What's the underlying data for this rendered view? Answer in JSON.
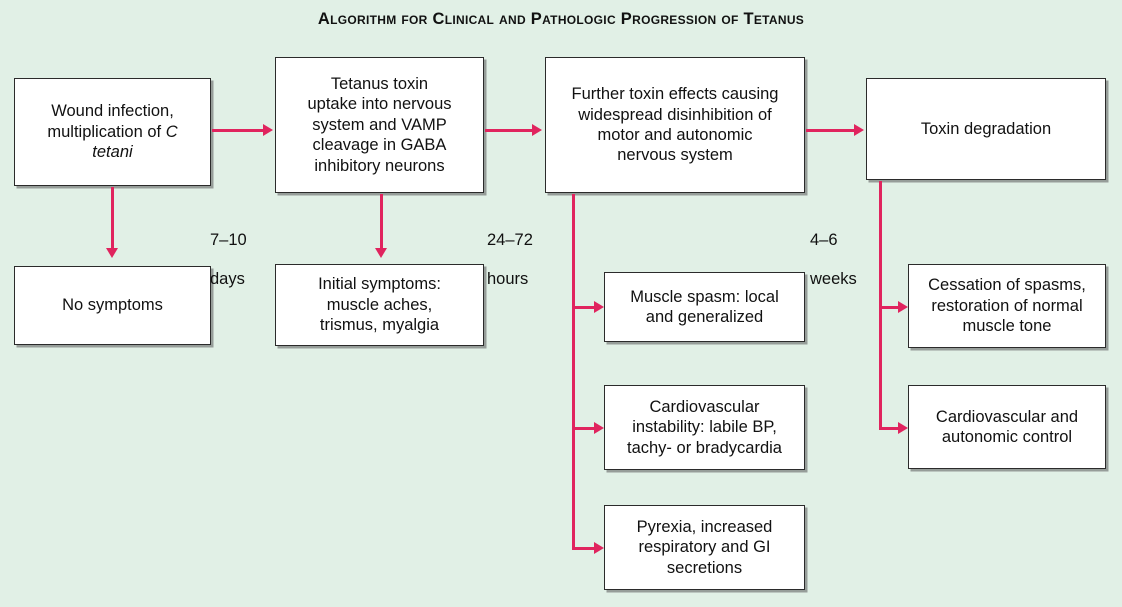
{
  "title": "Algorithm for Clinical and Pathologic Progression of Tetanus",
  "colors": {
    "background": "#e1f0e6",
    "arrow": "#e0245e",
    "box_fill": "#ffffff",
    "box_border": "#2b2b2b",
    "text": "#111111"
  },
  "boxes": {
    "wound_infection": {
      "line1": "Wound infection,",
      "line2_plain": "multiplication of ",
      "line2_italic": "C",
      "line3_italic": "tetani"
    },
    "no_symptoms": {
      "text": "No symptoms"
    },
    "tetanus_toxin": {
      "line1": "Tetanus toxin",
      "line2": "uptake into nervous",
      "line3": "system and VAMP",
      "line4": "cleavage in GABA",
      "line5": "inhibitory neurons"
    },
    "initial_symptoms": {
      "line1": "Initial symptoms:",
      "line2": "muscle aches,",
      "line3": "trismus, myalgia"
    },
    "further_toxin": {
      "line1": "Further toxin effects causing",
      "line2": "widespread disinhibition of",
      "line3": "motor and autonomic",
      "line4": "nervous system"
    },
    "muscle_spasm": {
      "line1": "Muscle spasm: local",
      "line2": "and generalized"
    },
    "cardiovascular_instability": {
      "line1": "Cardiovascular",
      "line2": "instability: labile BP,",
      "line3": "tachy- or bradycardia"
    },
    "pyrexia": {
      "line1": "Pyrexia, increased",
      "line2": "respiratory and GI",
      "line3": "secretions"
    },
    "toxin_degradation": {
      "text": "Toxin degradation"
    },
    "cessation_spasms": {
      "line1": "Cessation of spasms,",
      "line2": "restoration of normal",
      "line3": "muscle tone"
    },
    "cardiovascular_control": {
      "line1": "Cardiovascular and",
      "line2": "autonomic control"
    }
  },
  "time_labels": {
    "stage1": {
      "value": "7–10",
      "unit": "days"
    },
    "stage2": {
      "value": "24–72",
      "unit": "hours"
    },
    "stage3": {
      "value": "4–6",
      "unit": "weeks"
    }
  }
}
